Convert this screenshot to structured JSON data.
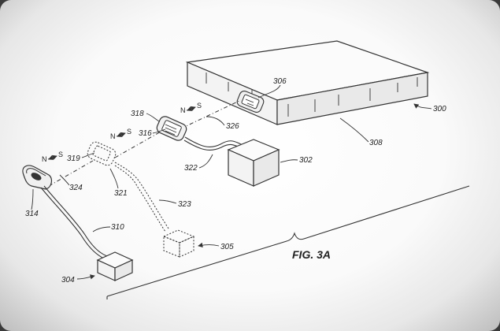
{
  "figure": {
    "title": "FIG. 3A",
    "polarity_north": "N",
    "polarity_south": "S",
    "labels": {
      "r300": "300",
      "r302": "302",
      "r304": "304",
      "r305": "305",
      "r306": "306",
      "r308": "308",
      "r310": "310",
      "r314": "314",
      "r316": "316",
      "r318": "318",
      "r319": "319",
      "r321": "321",
      "r322": "322",
      "r323": "323",
      "r324": "324",
      "r326": "326"
    }
  }
}
